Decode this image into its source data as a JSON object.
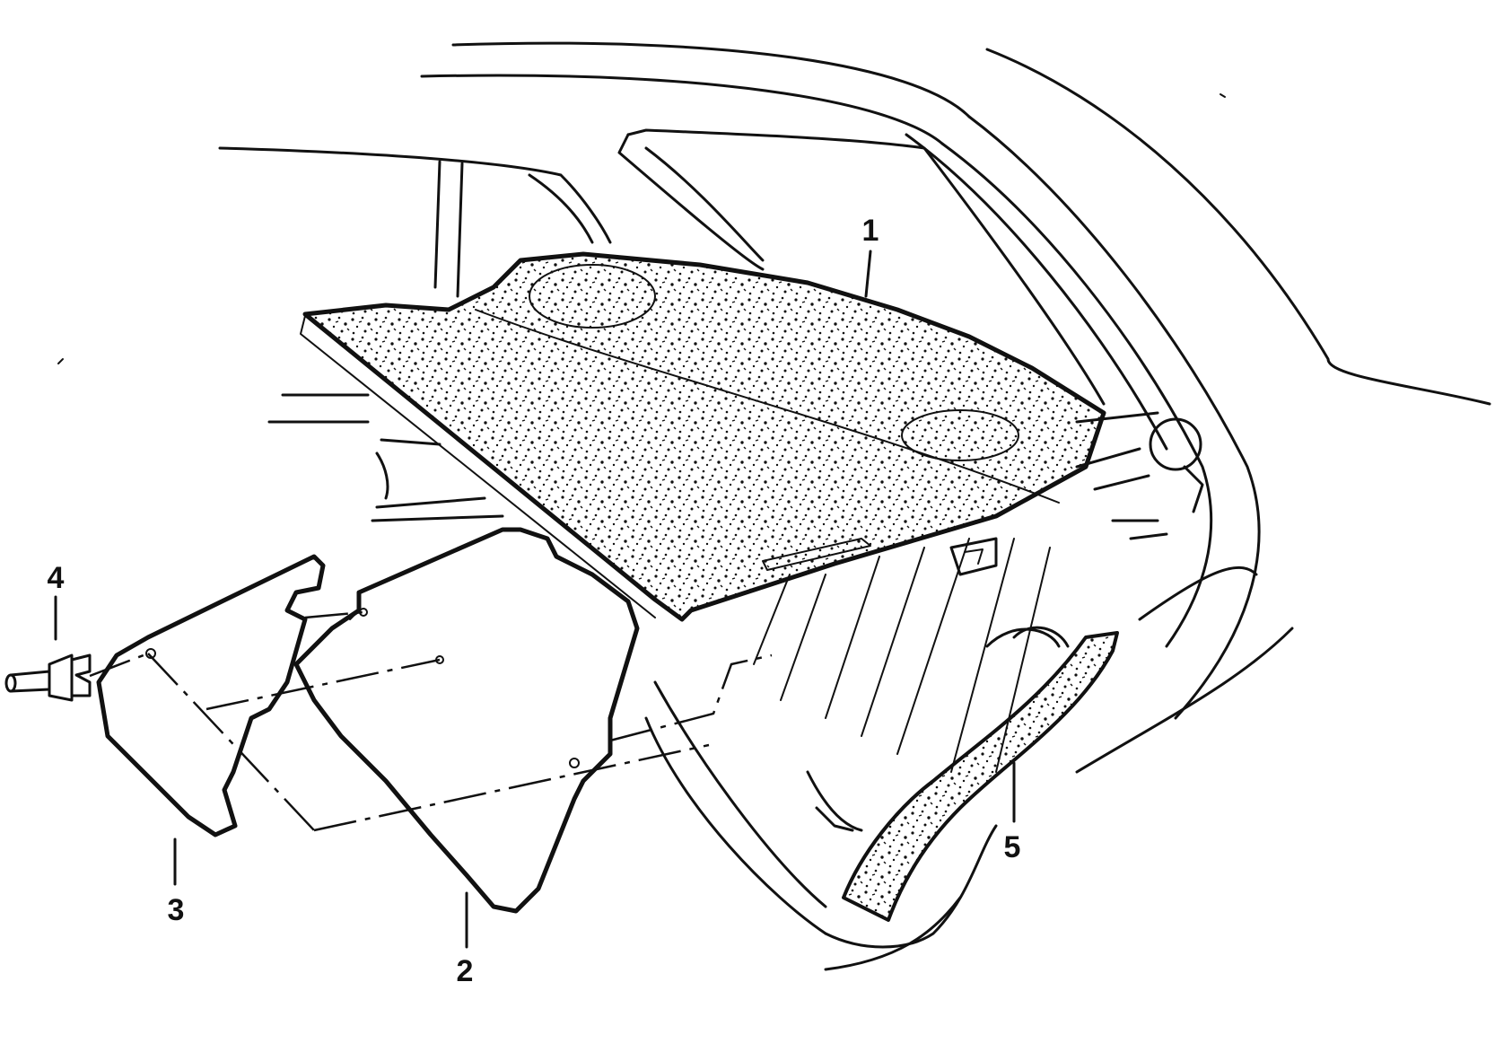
{
  "callouts": [
    {
      "id": "1",
      "label": "1"
    },
    {
      "id": "2",
      "label": "2"
    },
    {
      "id": "3",
      "label": "3"
    },
    {
      "id": "4",
      "label": "4"
    },
    {
      "id": "5",
      "label": "5"
    }
  ],
  "icons": [
    "trim-clip-icon"
  ],
  "colors": {
    "line": "#111111",
    "background": "#ffffff"
  }
}
